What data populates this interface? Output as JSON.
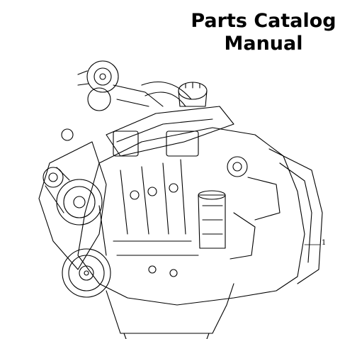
{
  "header": {
    "title_line1": "Parts Catalog",
    "title_line2": "Manual"
  },
  "illustration": {
    "subject": "engine-assembly-line-drawing",
    "callout_label": "1"
  },
  "colors": {
    "background": "#ffffff",
    "ink": "#000000"
  }
}
